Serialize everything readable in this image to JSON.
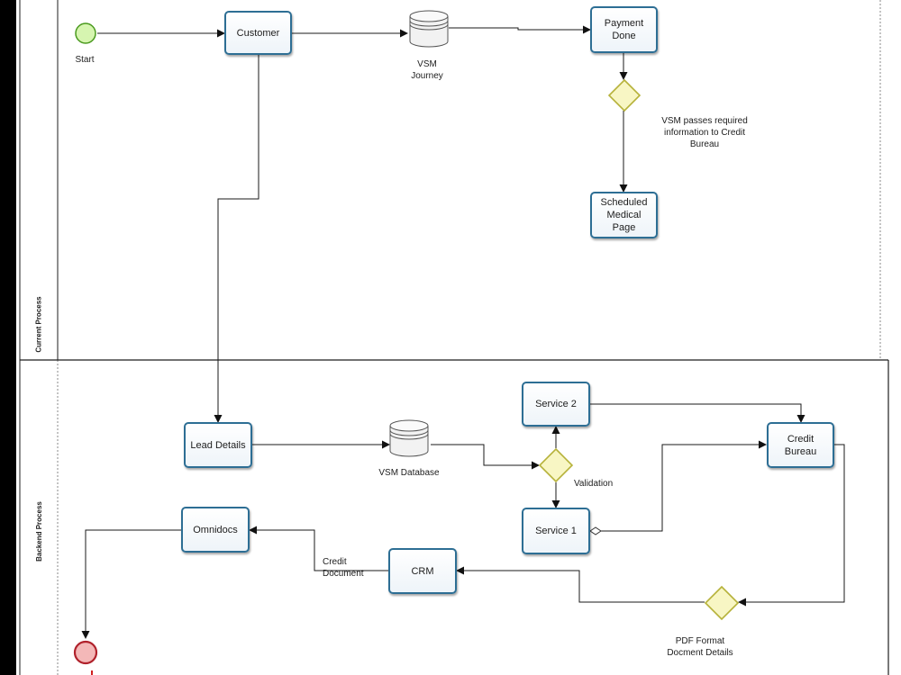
{
  "pools": {
    "current_process": "Current Process",
    "backend_process": "Backend Process"
  },
  "events": {
    "start_label": "Start"
  },
  "tasks": {
    "customer": "Customer",
    "payment_done": "Payment Done",
    "scheduled_medical_page": "Scheduled Medical Page",
    "lead_details": "Lead Details",
    "service_2": "Service 2",
    "service_1": "Service 1",
    "credit_bureau": "Credit Bureau",
    "omnidocs": "Omnidocs",
    "crm": "CRM"
  },
  "data_stores": {
    "vsm_journey": "VSM Journey",
    "vsm_database": "VSM Database"
  },
  "annotations": {
    "vsm_passes": "VSM passes required information to Credit Bureau",
    "validation": "Validation",
    "credit_document": "Credit Document",
    "pdf_format": "PDF Format Docment Details"
  },
  "colors": {
    "task_border": "#2d6e94",
    "start_fill": "#d6f5b0",
    "start_stroke": "#4a9a1e",
    "end_fill": "#f4b8b8",
    "end_stroke": "#b0212b",
    "gateway_fill": "#f8f6c4",
    "gateway_stroke": "#b6b23a"
  }
}
